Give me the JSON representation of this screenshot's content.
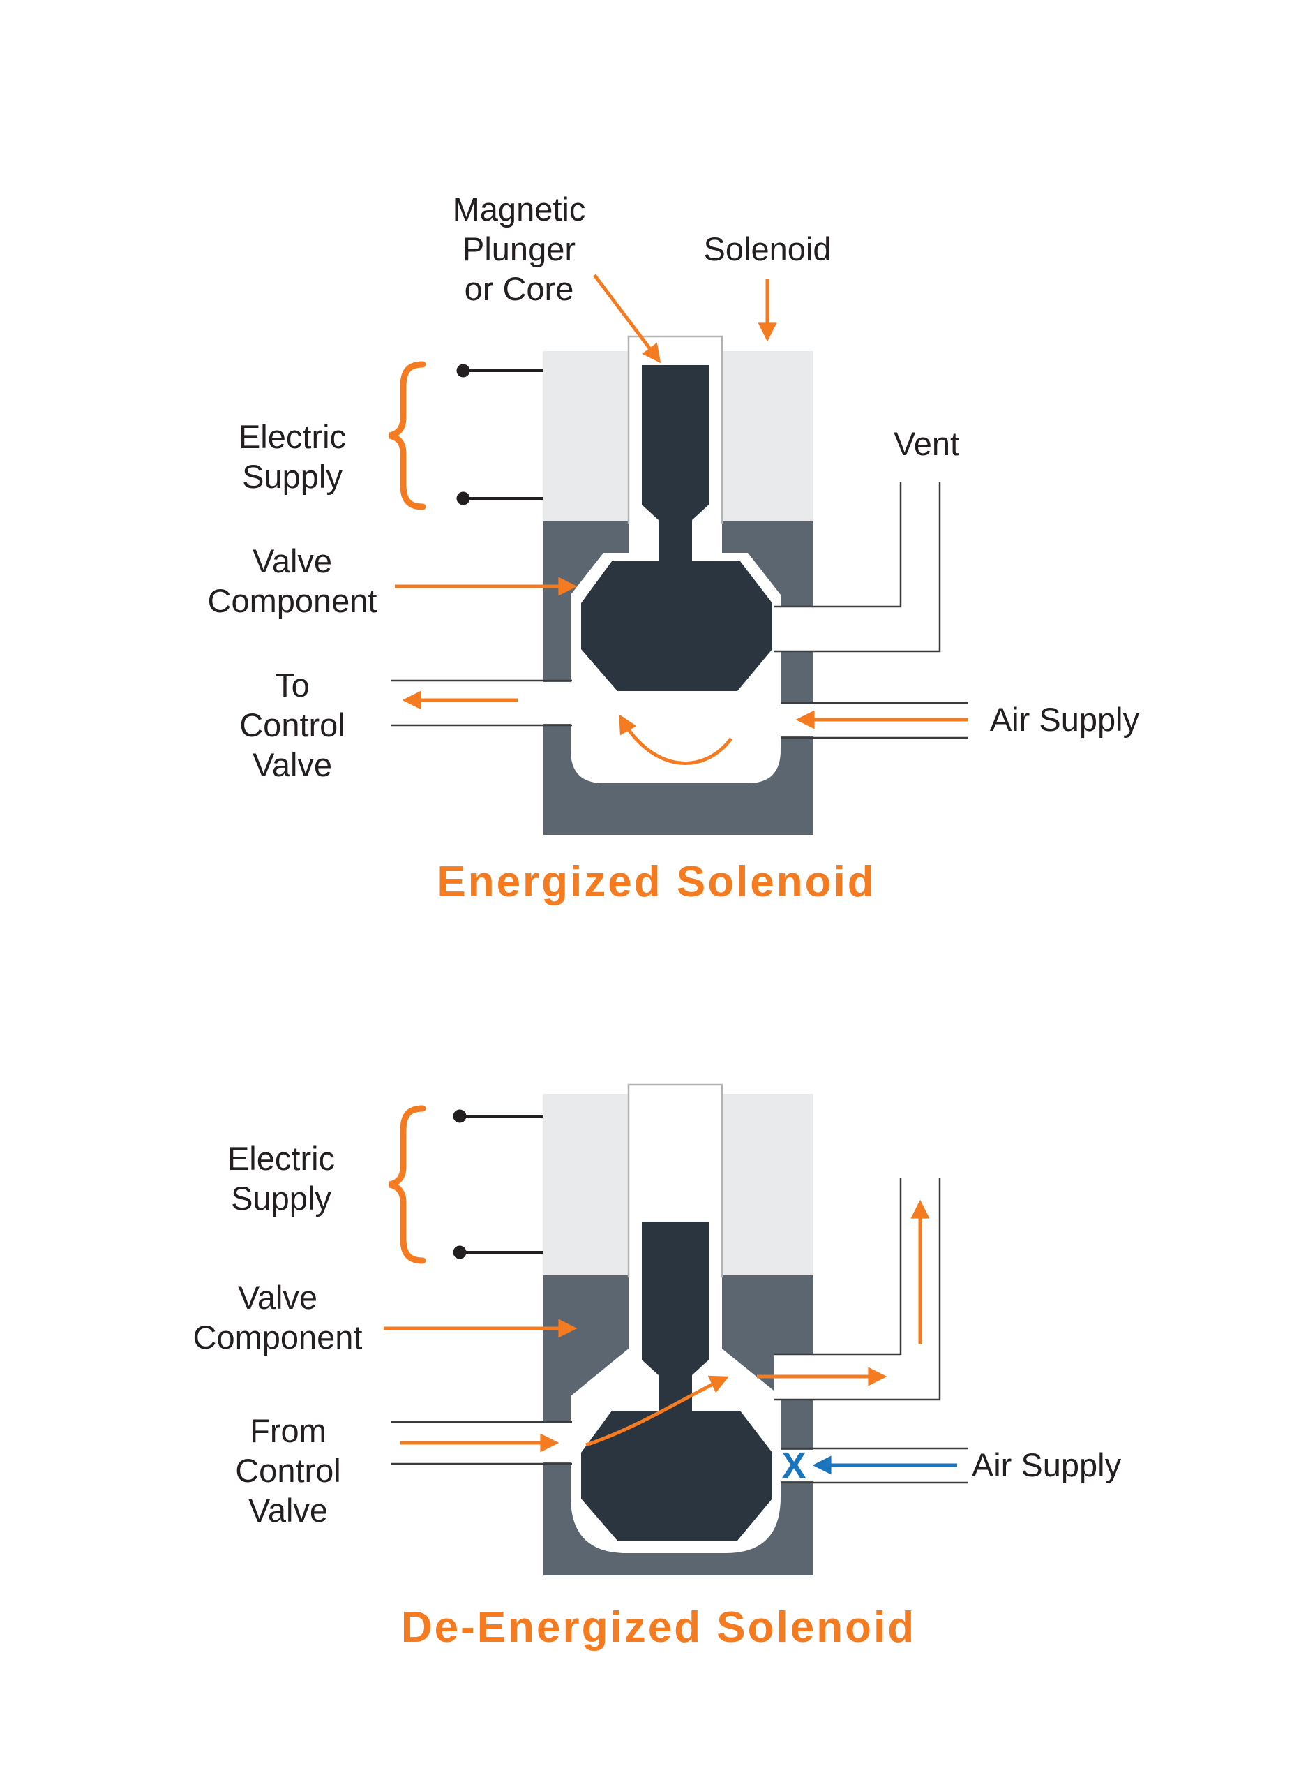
{
  "colors": {
    "orange": "#F47B20",
    "blue": "#1B75BC",
    "solenoid_body": "#E9EAEB",
    "valve_body": "#5C6670",
    "plunger": "#2A3540",
    "text": "#231F20",
    "pipe_line": "#3C3C3C",
    "slot_outline": "#B3B3B3"
  },
  "energized": {
    "title": "Energized Solenoid",
    "labels": {
      "magnetic_plunger": [
        "Magnetic",
        "Plunger",
        "or Core"
      ],
      "solenoid": "Solenoid",
      "electric_supply": [
        "Electric",
        "Supply"
      ],
      "vent": "Vent",
      "valve_component": [
        "Valve",
        "Component"
      ],
      "to_control_valve": [
        "To",
        "Control",
        "Valve"
      ],
      "air_supply": "Air Supply"
    }
  },
  "deenergized": {
    "title": "De-Energized Solenoid",
    "labels": {
      "electric_supply": [
        "Electric",
        "Supply"
      ],
      "valve_component": [
        "Valve",
        "Component"
      ],
      "from_control_valve": [
        "From",
        "Control",
        "Valve"
      ],
      "air_supply": "Air Supply",
      "blocked": "X"
    }
  }
}
